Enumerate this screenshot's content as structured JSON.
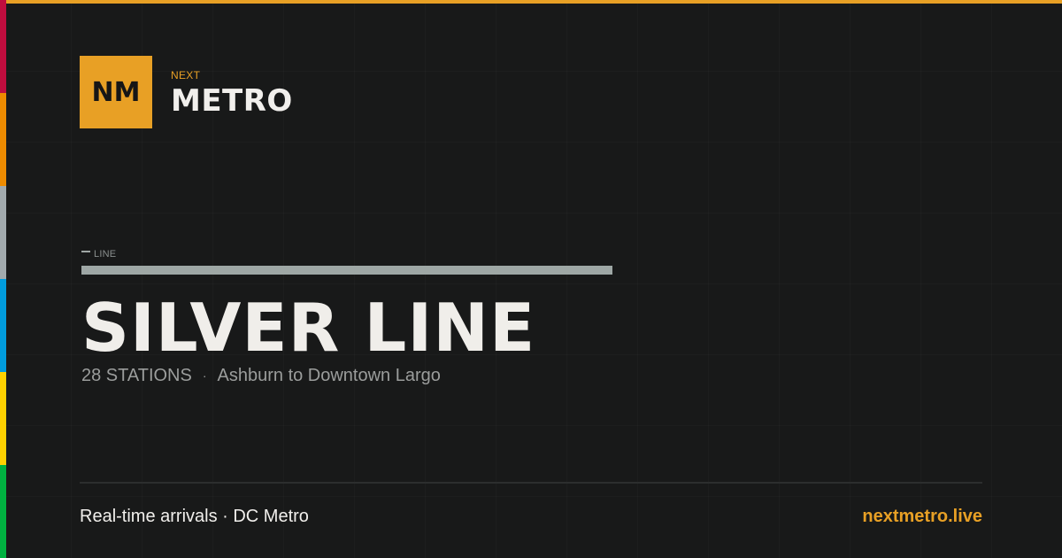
{
  "brand": {
    "logo_mark": "NM",
    "kicker": "NEXT",
    "name": "METRO",
    "accent_color": "#e8a025"
  },
  "line_stripe_colors": [
    "#bf0d3e",
    "#ed8b00",
    "#a2aaad",
    "#009cde",
    "#ffd100",
    "#00b140"
  ],
  "line": {
    "tag": "LINE",
    "name": "SILVER LINE",
    "color": "#9ea7a5",
    "station_count": "28 STATIONS",
    "separator": "·",
    "route": "Ashburn to Downtown Largo"
  },
  "footer": {
    "tagline": "Real-time arrivals · DC Metro",
    "url": "nextmetro.live"
  }
}
